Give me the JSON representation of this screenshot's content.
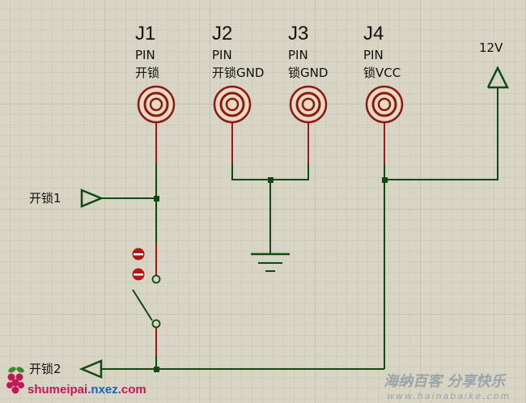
{
  "connectors": [
    {
      "ref": "J1",
      "type": "PIN",
      "label": "开锁"
    },
    {
      "ref": "J2",
      "type": "PIN",
      "label": "开锁GND"
    },
    {
      "ref": "J3",
      "type": "PIN",
      "label": "锁GND"
    },
    {
      "ref": "J4",
      "type": "PIN",
      "label": "锁VCC"
    }
  ],
  "power": {
    "label": "12V"
  },
  "net_labels": {
    "unlock1": "开锁1",
    "unlock2": "开锁2"
  },
  "watermark": {
    "brand_a": "shumeipai",
    "brand_b": ".nxez",
    "brand_c": ".com",
    "right_cn": "海纳百客 分享快乐",
    "right_url": "www.hainabaike.com"
  },
  "colors": {
    "background": "#d9d5c4",
    "grid_minor": "#c8c4b2",
    "grid_major": "#b8b4a2",
    "wire": "#0e4a12",
    "pin_wire": "#a01818",
    "pad_ring": "#8a1a1a",
    "pad_fill": "#e8d9c0"
  }
}
